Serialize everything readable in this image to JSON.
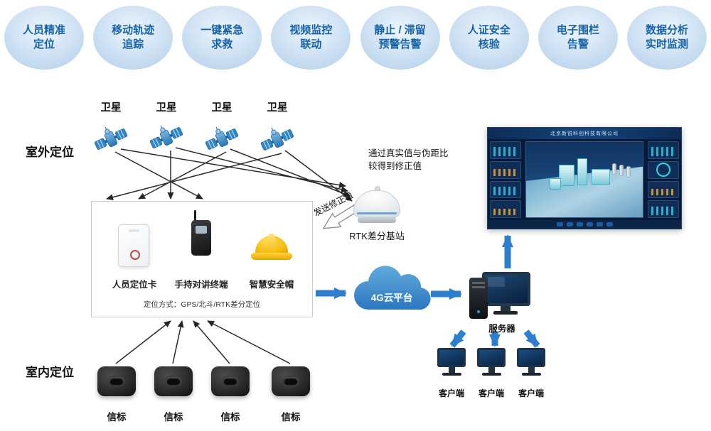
{
  "features": [
    "人员精准\n定位",
    "移动轨迹\n追踪",
    "一键紧急\n求救",
    "视频监控\n联动",
    "静止 / 滞留\n预警告警",
    "人证安全\n核验",
    "电子围栏\n告警",
    "数据分析\n实时监测"
  ],
  "sections": {
    "outdoor": "室外定位",
    "indoor": "室内定位"
  },
  "satellite_label": "卫星",
  "rtk": {
    "note": "通过真实值与伪距比\n较得到修正值",
    "send_label": "发送修正值",
    "label": "RTK差分基站"
  },
  "device_box": {
    "devices": [
      {
        "label": "人员定位卡"
      },
      {
        "label": "手持对讲终端"
      },
      {
        "label": "智慧安全帽"
      }
    ],
    "method": "定位方式：GPS/北斗/RTK差分定位"
  },
  "cloud": {
    "label": "4G云平台"
  },
  "server": {
    "label": "服务器"
  },
  "clients": [
    "客户端",
    "客户端",
    "客户端"
  ],
  "beacons": [
    "信标",
    "信标",
    "信标",
    "信标"
  ],
  "dashboard": {
    "title": "北京新锐科创科技有限公司"
  },
  "colors": {
    "accent_blue": "#2e7ecf",
    "bubble_text": "#1663a9",
    "helmet_yellow": "#f2b705"
  }
}
